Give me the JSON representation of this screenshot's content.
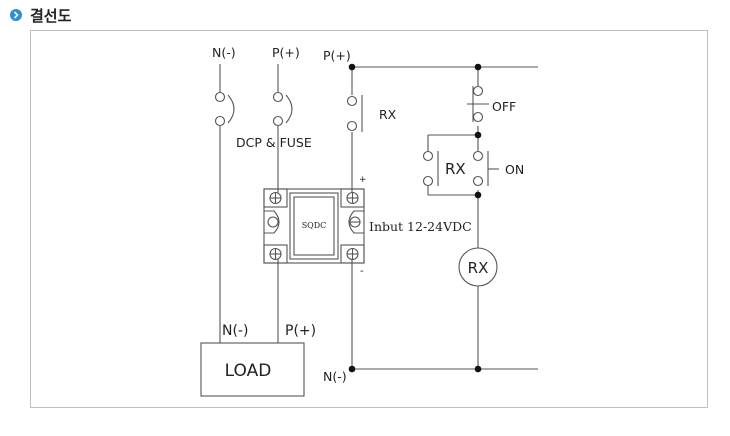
{
  "header": {
    "title": "결선도",
    "icon": "chevron-right-icon"
  },
  "diagram": {
    "top_n_label": "N(-)",
    "top_p_label": "P(+)",
    "fuse_label": "DCP & FUSE",
    "bus_p_label": "P(+)",
    "bus_n_label": "N(-)",
    "rx_contact_label": "RX",
    "off_label": "OFF",
    "on_label": "ON",
    "rx_hold_label": "RX",
    "rx_coil_label": "RX",
    "ssr_label": "SQDC",
    "input_label": "Inbut 12-24VDC",
    "plus_sign": "+",
    "minus_sign": "-",
    "load_n_label": "N(-)",
    "load_p_label": "P(+)",
    "load_label": "LOAD"
  },
  "colors": {
    "accent": "#2a8fd6",
    "frame": "#bfbfbf",
    "line": "#555555"
  }
}
